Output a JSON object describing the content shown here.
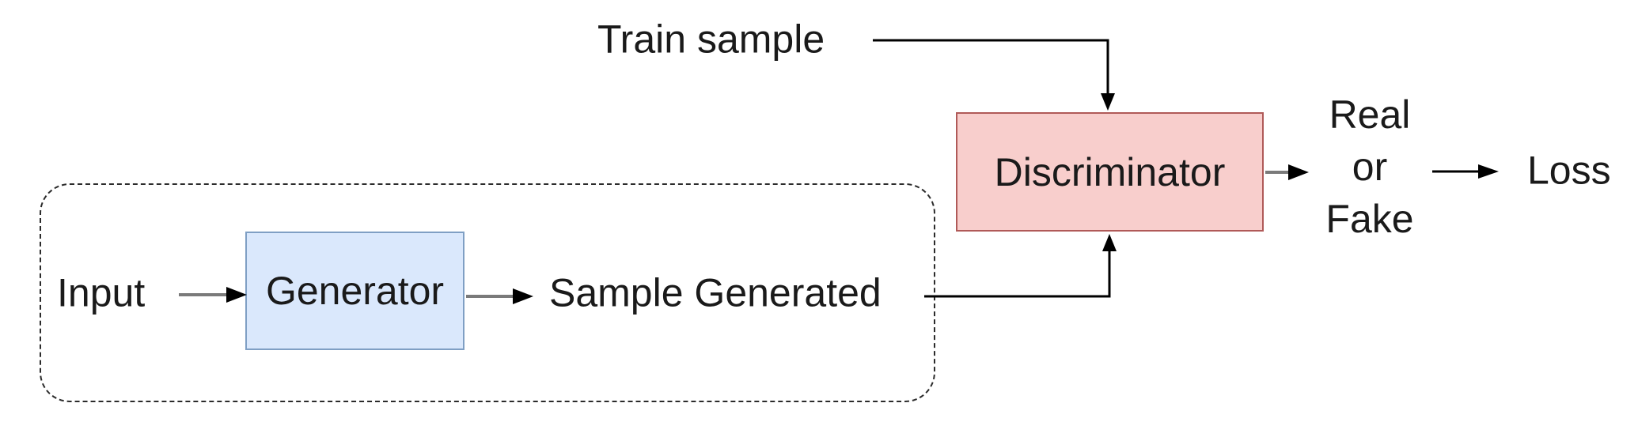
{
  "labels": {
    "train_sample": "Train sample",
    "input": "Input",
    "sample_generated": "Sample Generated",
    "real_or_fake": [
      "Real",
      "or",
      "Fake"
    ],
    "loss": "Loss"
  },
  "nodes": {
    "generator": {
      "label": "Generator",
      "fill": "#dae8fc",
      "border": "#7f9fc4"
    },
    "discriminator": {
      "label": "Discriminator",
      "fill": "#f8cecc",
      "border": "#b05a58"
    }
  },
  "colors": {
    "background": "#ffffff",
    "text": "#1a1a1a",
    "connector": "#000000",
    "connector-gray": "#7a7a7a",
    "dashed-outline": "#2b2b2b"
  }
}
